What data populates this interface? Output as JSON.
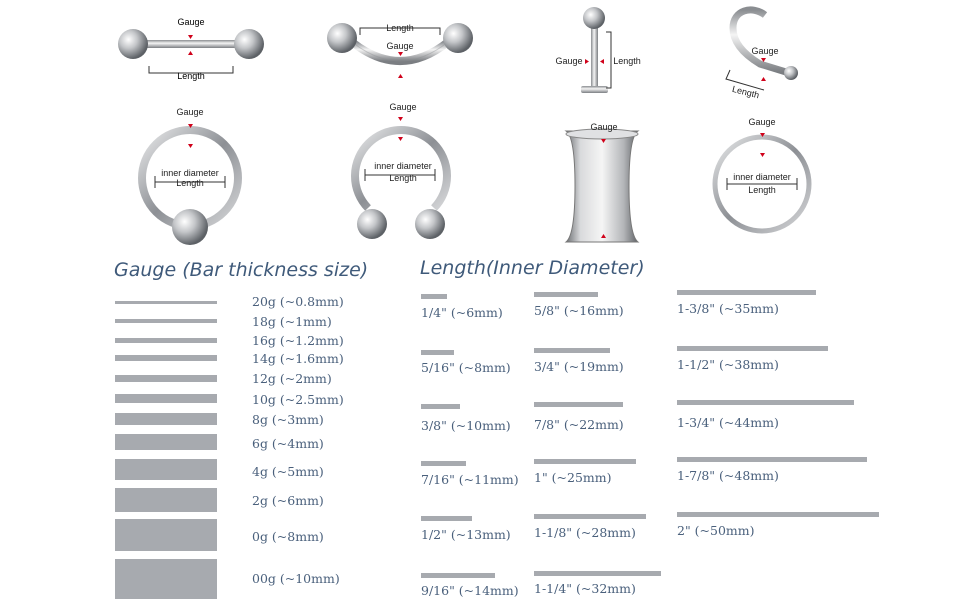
{
  "diagram": {
    "gauge": "Gauge",
    "length": "Length",
    "inner_diameter": "inner diameter"
  },
  "gauge_section": {
    "title": "Gauge (Bar thickness size)",
    "items": [
      {
        "label": "20g (~0.8mm)"
      },
      {
        "label": "18g (~1mm)"
      },
      {
        "label": "16g (~1.2mm)"
      },
      {
        "label": "14g (~1.6mm)"
      },
      {
        "label": "12g (~2mm)"
      },
      {
        "label": "10g (~2.5mm)"
      },
      {
        "label": "8g (~3mm)"
      },
      {
        "label": "6g (~4mm)"
      },
      {
        "label": "4g (~5mm)"
      },
      {
        "label": "2g (~6mm)"
      },
      {
        "label": "0g (~8mm)"
      },
      {
        "label": "00g (~10mm)"
      }
    ]
  },
  "length_section": {
    "title": "Length(Inner Diameter)",
    "col1": [
      {
        "label": "1/4\" (~6mm)"
      },
      {
        "label": "5/16\" (~8mm)"
      },
      {
        "label": "3/8\" (~10mm)"
      },
      {
        "label": "7/16\" (~11mm)"
      },
      {
        "label": "1/2\" (~13mm)"
      },
      {
        "label": "9/16\" (~14mm)"
      }
    ],
    "col2": [
      {
        "label": "5/8\" (~16mm)"
      },
      {
        "label": "3/4\" (~19mm)"
      },
      {
        "label": "7/8\" (~22mm)"
      },
      {
        "label": "1\" (~25mm)"
      },
      {
        "label": "1-1/8\" (~28mm)"
      },
      {
        "label": "1-1/4\" (~32mm)"
      }
    ],
    "col3": [
      {
        "label": "1-3/8\" (~35mm)"
      },
      {
        "label": "1-1/2\" (~38mm)"
      },
      {
        "label": "1-3/4\" (~44mm)"
      },
      {
        "label": "1-7/8\" (~48mm)"
      },
      {
        "label": "2\" (~50mm)"
      }
    ]
  }
}
